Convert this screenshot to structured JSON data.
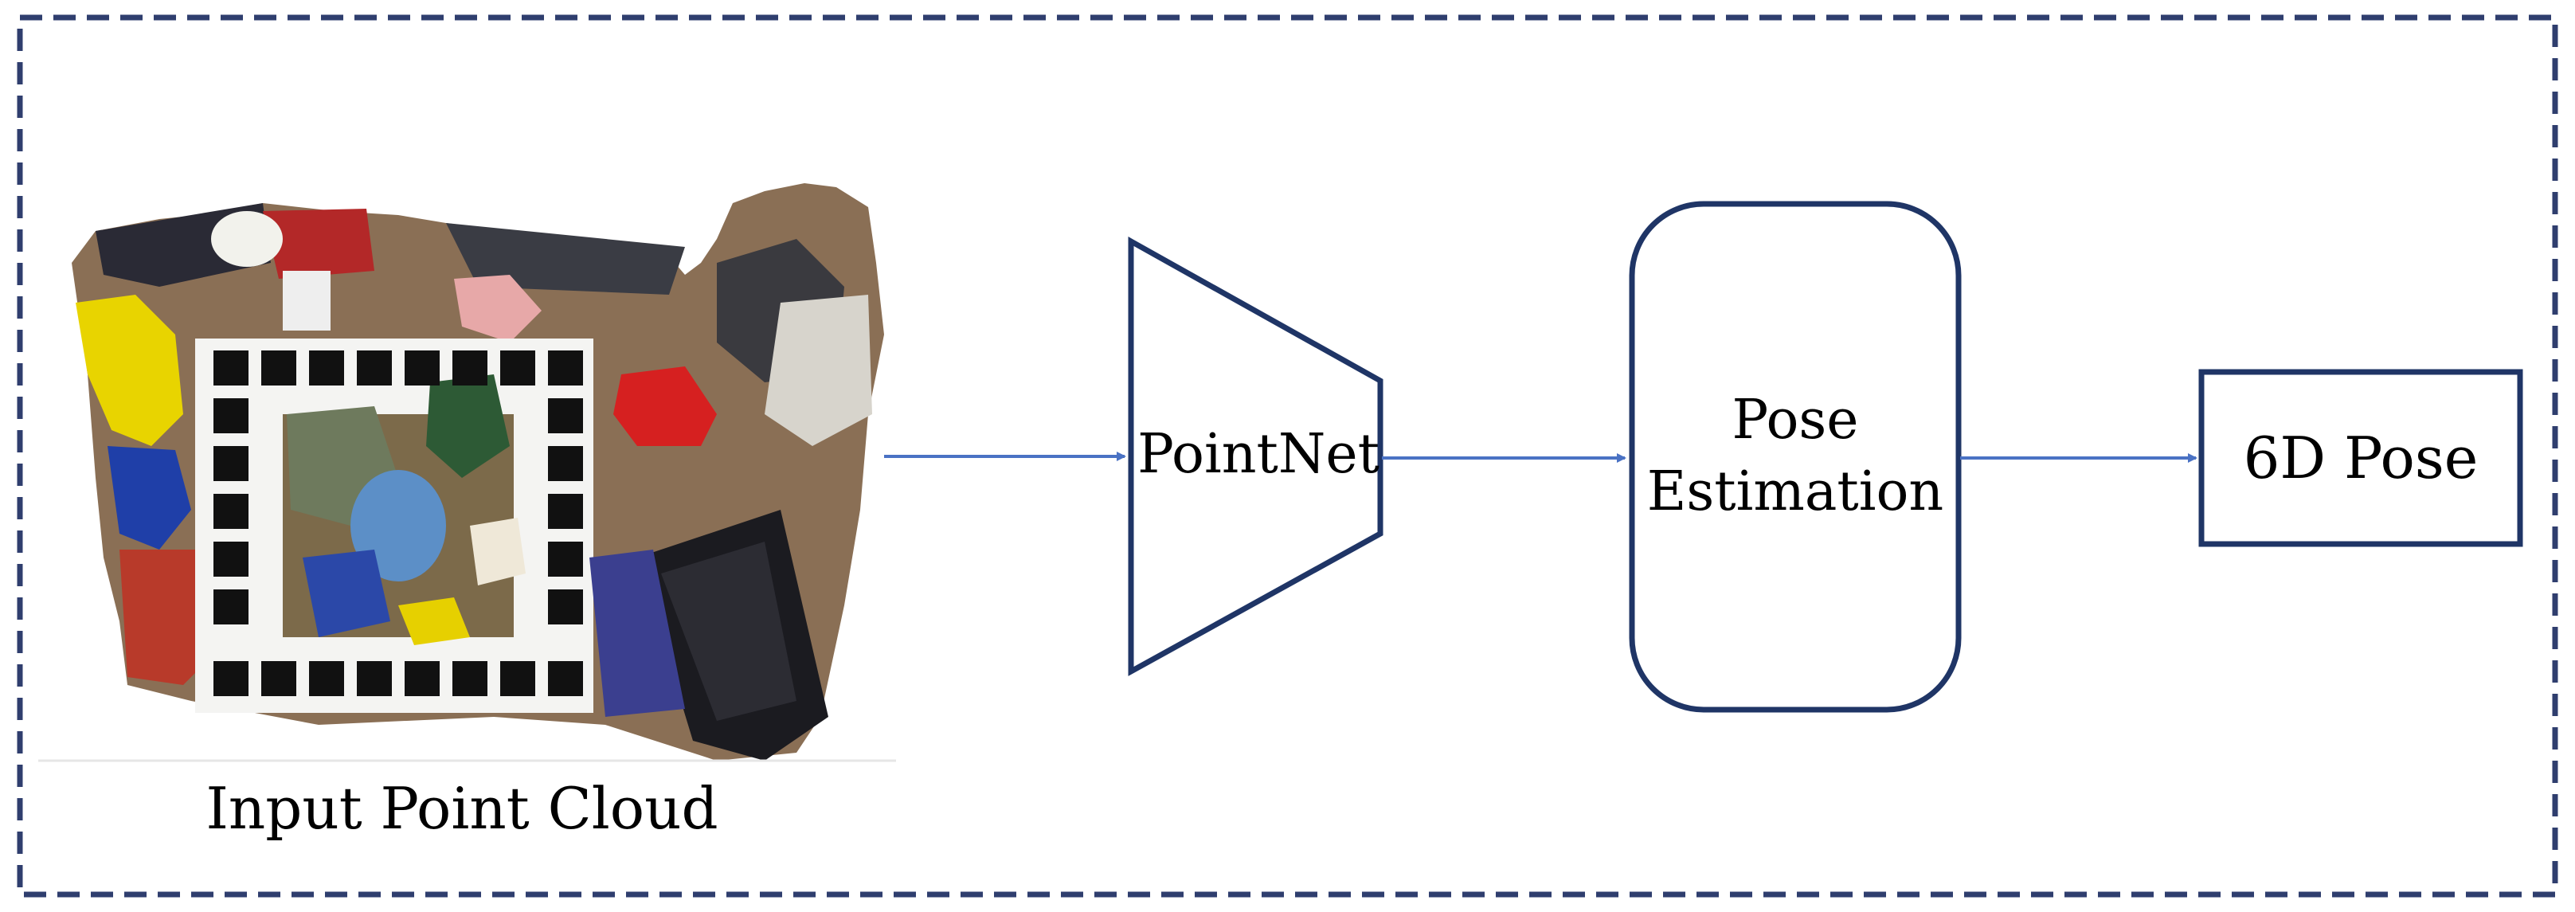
{
  "colors": {
    "frame": "#2f3e6e",
    "node_stroke": "#1f3566",
    "arrow": "#4a72c4",
    "text": "#000000"
  },
  "nodes": {
    "input": {
      "label": "Input Point Cloud",
      "icon": "point-cloud-scene-image"
    },
    "pointnet": {
      "label": "PointNet",
      "shape": "trapezoid"
    },
    "pose_estimation": {
      "label_line1": "Pose",
      "label_line2": "Estimation",
      "shape": "rounded-rectangle"
    },
    "output": {
      "label": "6D Pose",
      "shape": "rectangle"
    }
  },
  "edges": [
    {
      "from": "input",
      "to": "pointnet"
    },
    {
      "from": "pointnet",
      "to": "pose_estimation"
    },
    {
      "from": "pose_estimation",
      "to": "output"
    }
  ]
}
